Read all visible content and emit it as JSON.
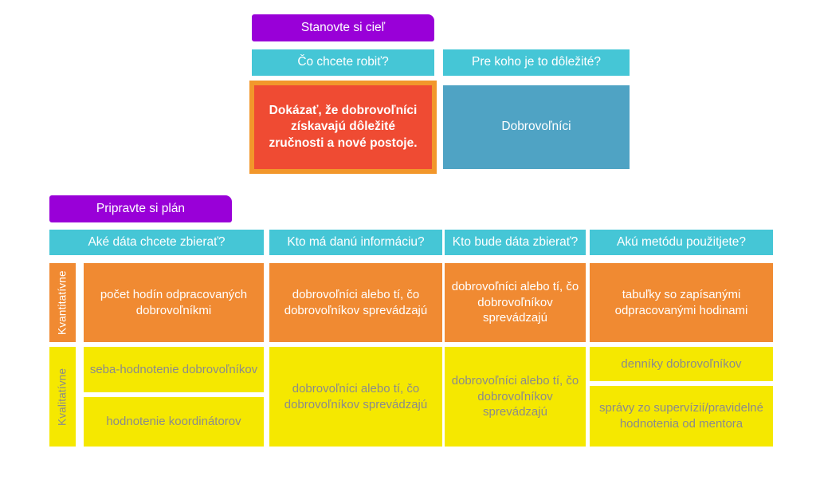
{
  "diagram": {
    "title_hidden": "",
    "colors": {
      "purple": "#9900d8",
      "teal": "#45c6d6",
      "steel_blue": "#4fa3c4",
      "goal_fill": "#ef4b33",
      "goal_border": "#f2972b",
      "orange": "#f08a32",
      "yellow": "#f5e800",
      "yellow_text": "#8b8b8b",
      "background": "#ffffff"
    },
    "goal_section": {
      "heading": "Stanovte si cieľ",
      "columns": [
        {
          "header": "Čo chcete robiť?",
          "value": "Dokázať, že dobrovoľníci získavajú dôležité zručnosti a nové postoje."
        },
        {
          "header": "Pre koho je to dôležité?",
          "value": "Dobrovoľníci"
        }
      ]
    },
    "plan_section": {
      "heading": "Pripravte si plán",
      "headers": [
        "Aké dáta chcete zbierať?",
        "Kto má danú informáciu?",
        "Kto bude dáta zbierať?",
        "Akú metódu použitjete?"
      ],
      "rows": [
        {
          "label": "Kvantitatívne",
          "style": "orange",
          "cells": [
            {
              "items": [
                "počet hodín odpracovaných dobrovoľníkmi"
              ]
            },
            {
              "items": [
                "dobrovoľníci alebo tí, čo dobrovoľníkov sprevádzajú"
              ]
            },
            {
              "items": [
                "dobrovoľníci alebo tí, čo dobrovoľníkov sprevádzajú"
              ]
            },
            {
              "items": [
                "tabuľky so zapísanými odpracovanými hodinami"
              ]
            }
          ]
        },
        {
          "label": "Kvalitatívne",
          "style": "yellow",
          "cells": [
            {
              "items": [
                "seba-hodnotenie dobrovoľníkov",
                "hodnotenie koordinátorov"
              ]
            },
            {
              "items": [
                "dobrovoľníci alebo tí, čo dobrovoľníkov sprevádzajú"
              ]
            },
            {
              "items": [
                "dobrovoľníci alebo tí, čo dobrovoľníkov sprevádzajú"
              ]
            },
            {
              "items": [
                "denníky dobrovoľníkov",
                "správy zo supervízií/pravidelné hodnotenia od mentora"
              ]
            }
          ]
        }
      ]
    }
  }
}
